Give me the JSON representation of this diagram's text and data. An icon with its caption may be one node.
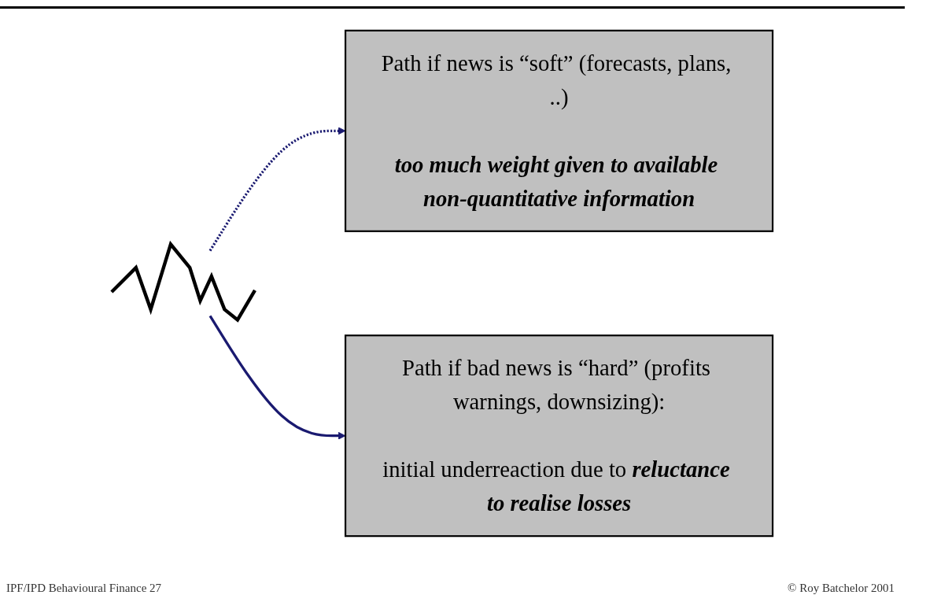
{
  "diagram": {
    "nodes": [
      {
        "text": [],
        "shape": "picture"
      },
      {
        "text": [
          "Path if news is “soft” (forecasts, plans, ..)",
          "too much weight given to available non-quantitative information"
        ]
      },
      {
        "text": [
          "Path if bad news is “hard” (profits warnings, downsizing):",
          "initial underreaction due to **reluctance to realise losses**"
        ]
      }
    ],
    "edges": [
      {
        "from": 0,
        "to": 1,
        "arrow": "to",
        "style": "dashed"
      },
      {
        "from": 0,
        "to": 2,
        "arrow": "to"
      }
    ],
    "labels": [
      "IPF/IPD Behavioural Finance 27",
      "© Roy Batchelor 2001"
    ]
  }
}
